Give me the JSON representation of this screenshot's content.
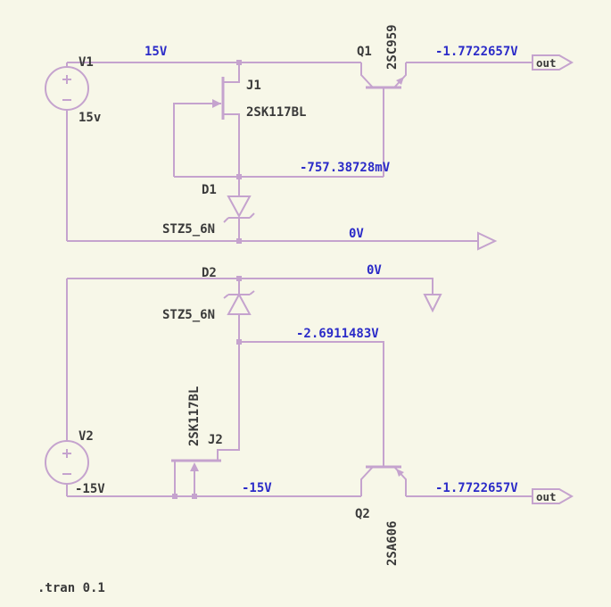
{
  "colors": {
    "bg": "#F7F7E8",
    "wire": "#C5A3CE",
    "ink": "#3A3A3A",
    "blue": "#2B2BC8"
  },
  "directive": ".tran 0.1",
  "components": {
    "V1": {
      "ref": "V1",
      "value": "15v"
    },
    "V2": {
      "ref": "V2",
      "value": "-15V"
    },
    "J1": {
      "ref": "J1",
      "value": "2SK117BL"
    },
    "J2": {
      "ref": "J2",
      "value": "2SK117BL"
    },
    "Q1": {
      "ref": "Q1",
      "value": "2SC959"
    },
    "Q2": {
      "ref": "Q2",
      "value": "2SA606"
    },
    "D1": {
      "ref": "D1",
      "value": "STZ5_6N"
    },
    "D2": {
      "ref": "D2",
      "value": "STZ5_6N"
    }
  },
  "net_labels": {
    "top_rail": "15V",
    "q1_base_node": "-757.38728mV",
    "out_top": "-1.7722657V",
    "gnd_top": "0V",
    "gnd_bottom": "0V",
    "q2_base_node": "-2.6911483V",
    "bottom_rail": "-15V",
    "out_bottom": "-1.7722657V"
  },
  "flags": {
    "out_top": "out",
    "out_bottom": "out"
  }
}
